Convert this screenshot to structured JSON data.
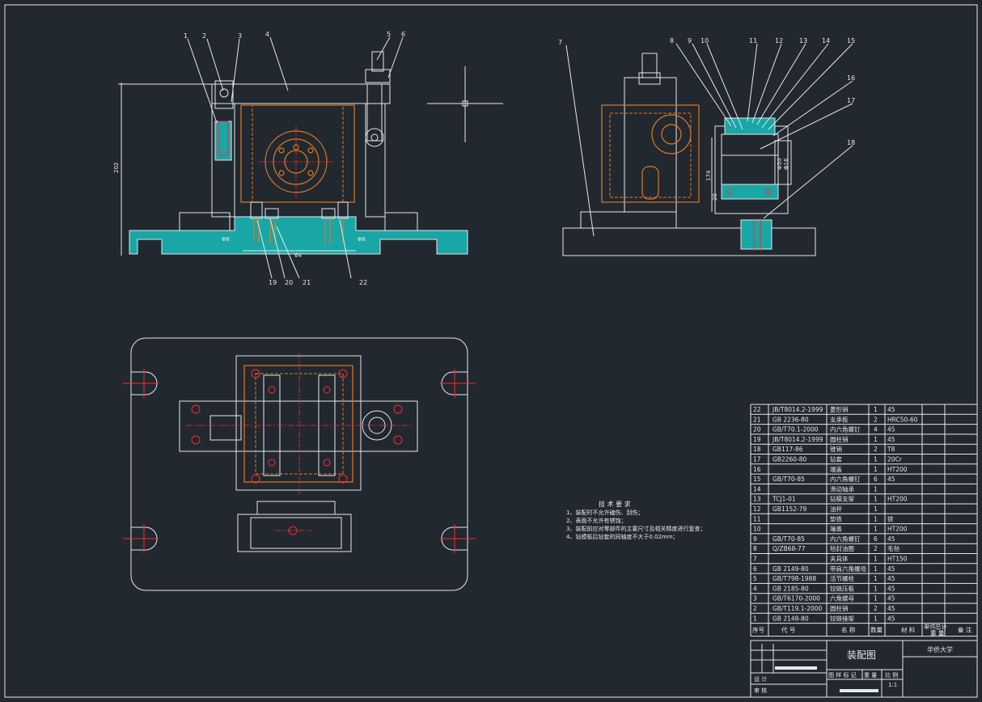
{
  "title_block": {
    "drawing_title": "装配图",
    "school": "华侨大学",
    "design_label": "设 计",
    "review_label": "审 核",
    "scale_value": "1:1",
    "bom_headers": [
      "序号",
      "代 号",
      "名 称",
      "数量",
      "材 料",
      "单件",
      "总计",
      "重 量",
      "备 注"
    ],
    "footer_labels": [
      "图 样 标 记",
      "重 量",
      "比 例"
    ]
  },
  "bom": [
    {
      "no": "22",
      "code": "JB/T8014.2-1999",
      "name": "菱形销",
      "qty": "1",
      "material": "45"
    },
    {
      "no": "21",
      "code": "GB 2236-80",
      "name": "支承板",
      "qty": "2",
      "material": "HRC50-60"
    },
    {
      "no": "20",
      "code": "GB/T70.1-2000",
      "name": "内六角螺钉",
      "qty": "4",
      "material": "45"
    },
    {
      "no": "19",
      "code": "JB/T8014.2-1999",
      "name": "圆柱销",
      "qty": "1",
      "material": "45"
    },
    {
      "no": "18",
      "code": "GB117-86",
      "name": "锥销",
      "qty": "2",
      "material": "T8"
    },
    {
      "no": "17",
      "code": "GB2260-80",
      "name": "钻套",
      "qty": "1",
      "material": "20Cr"
    },
    {
      "no": "16",
      "code": "",
      "name": "端盖",
      "qty": "1",
      "material": "HT200"
    },
    {
      "no": "15",
      "code": "GB/T70-85",
      "name": "内六角螺钉",
      "qty": "6",
      "material": "45"
    },
    {
      "no": "14",
      "code": "",
      "name": "滑动轴承",
      "qty": "1",
      "material": ""
    },
    {
      "no": "13",
      "code": "TCJ1-01",
      "name": "钻模支架",
      "qty": "1",
      "material": "HT200"
    },
    {
      "no": "12",
      "code": "GB1152-79",
      "name": "油杯",
      "qty": "1",
      "material": ""
    },
    {
      "no": "11",
      "code": "",
      "name": "垫铁",
      "qty": "1",
      "material": "铁"
    },
    {
      "no": "10",
      "code": "",
      "name": "端盖",
      "qty": "1",
      "material": "HT200"
    },
    {
      "no": "9",
      "code": "GB/T70-85",
      "name": "内六角螺钉",
      "qty": "6",
      "material": "45"
    },
    {
      "no": "8",
      "code": "Q/ZB68-77",
      "name": "毡封油圈",
      "qty": "2",
      "material": "毛毡"
    },
    {
      "no": "7",
      "code": "",
      "name": "夹具体",
      "qty": "1",
      "material": "HT150"
    },
    {
      "no": "6",
      "code": "GB 2149-80",
      "name": "带肩六角螺母",
      "qty": "1",
      "material": "45"
    },
    {
      "no": "5",
      "code": "GB/T798-1988",
      "name": "活节螺栓",
      "qty": "1",
      "material": "45"
    },
    {
      "no": "4",
      "code": "GB 2185-80",
      "name": "铰链压板",
      "qty": "1",
      "material": "45"
    },
    {
      "no": "3",
      "code": "GB/T6170-2000",
      "name": "六角螺母",
      "qty": "1",
      "material": "45"
    },
    {
      "no": "2",
      "code": "GB/T119.1-2000",
      "name": "圆柱销",
      "qty": "2",
      "material": "45"
    },
    {
      "no": "1",
      "code": "GB 2148-80",
      "name": "铰链接架",
      "qty": "1",
      "material": "45"
    }
  ],
  "tech_req": {
    "title": "技 术 要 求",
    "items": [
      "1、装配时不允许磕伤、刮伤；",
      "2、表面不允许有锈蚀；",
      "3、装配前应对零部件的主要尺寸及相关精度进行复查；",
      "4、钻模板后钻套的同轴度不大于0.02mm；"
    ]
  },
  "front_view": {
    "callouts": [
      "1",
      "2",
      "3",
      "4",
      "5",
      "6",
      "19",
      "20",
      "21",
      "22"
    ],
    "dim_height": "202",
    "dim_width": "64",
    "dim_hole_left": "Φ8",
    "dim_hole_right": "Φ8"
  },
  "side_view": {
    "callouts": [
      "7",
      "8",
      "9",
      "10",
      "11",
      "12",
      "13",
      "14",
      "15",
      "16",
      "17",
      "18"
    ],
    "dim_height": "174",
    "dim_small": "20",
    "dim_bore_1": "Φ30",
    "dim_bore_2": "Φ16"
  },
  "colors": {
    "background": "#212830",
    "line": "#e8e8e8",
    "orange": "#e07a1f",
    "red": "#ff2a2a",
    "hatch": "#19a6a6"
  }
}
